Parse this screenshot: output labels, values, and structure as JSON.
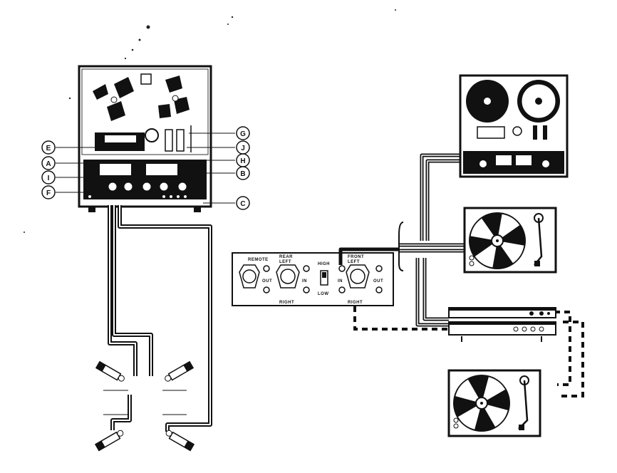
{
  "callouts": {
    "A": "A",
    "B": "B",
    "C": "C",
    "E": "E",
    "F": "F",
    "G": "G",
    "H": "H",
    "I": "I",
    "J": "J"
  },
  "switch_box": {
    "remote_label": "REMOTE",
    "rear_label": "REAR",
    "front_label": "FRONT",
    "left_label_rear": "LEFT",
    "left_label_front": "LEFT",
    "right_label_rear": "RIGHT",
    "right_label_front": "RIGHT",
    "out_label_rear": "OUT",
    "in_label_rear": "IN",
    "in_label_front": "IN",
    "out_label_front": "OUT",
    "high_label": "HIGH",
    "low_label": "LOW"
  },
  "colors": {
    "ink": "#111111",
    "paper": "#ffffff",
    "gray": "#777777"
  }
}
